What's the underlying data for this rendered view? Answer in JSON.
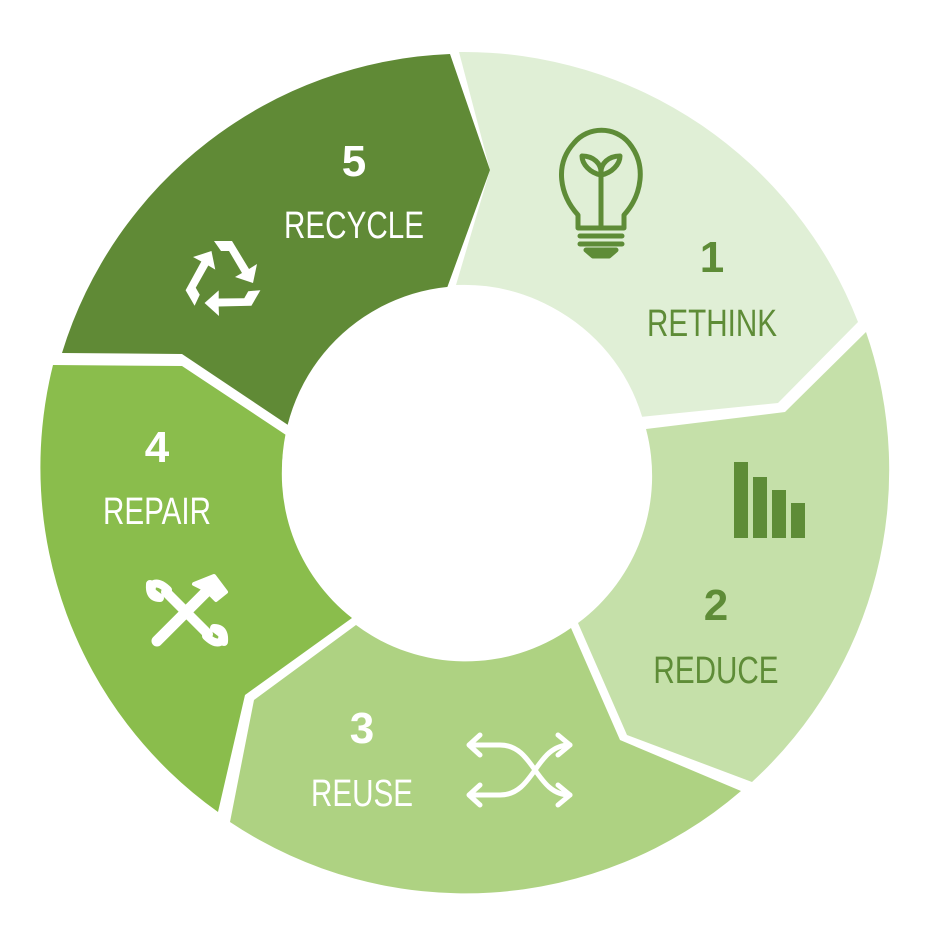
{
  "cycle": {
    "segments": [
      {
        "number": "1",
        "label": "RETHINK",
        "icon": "lightbulb-icon",
        "fill": "#e0efd6",
        "text_color": "#5e8c37"
      },
      {
        "number": "2",
        "label": "REDUCE",
        "icon": "bar-chart-decreasing-icon",
        "fill": "#c5e0a9",
        "text_color": "#5e8c37"
      },
      {
        "number": "3",
        "label": "REUSE",
        "icon": "shuffle-arrows-icon",
        "fill": "#aed282",
        "text_color": "#ffffff"
      },
      {
        "number": "4",
        "label": "REPAIR",
        "icon": "wrench-hammer-icon",
        "fill": "#8abd4c",
        "text_color": "#ffffff"
      },
      {
        "number": "5",
        "label": "RECYCLE",
        "icon": "recycle-icon",
        "fill": "#608a36",
        "text_color": "#ffffff"
      }
    ]
  }
}
